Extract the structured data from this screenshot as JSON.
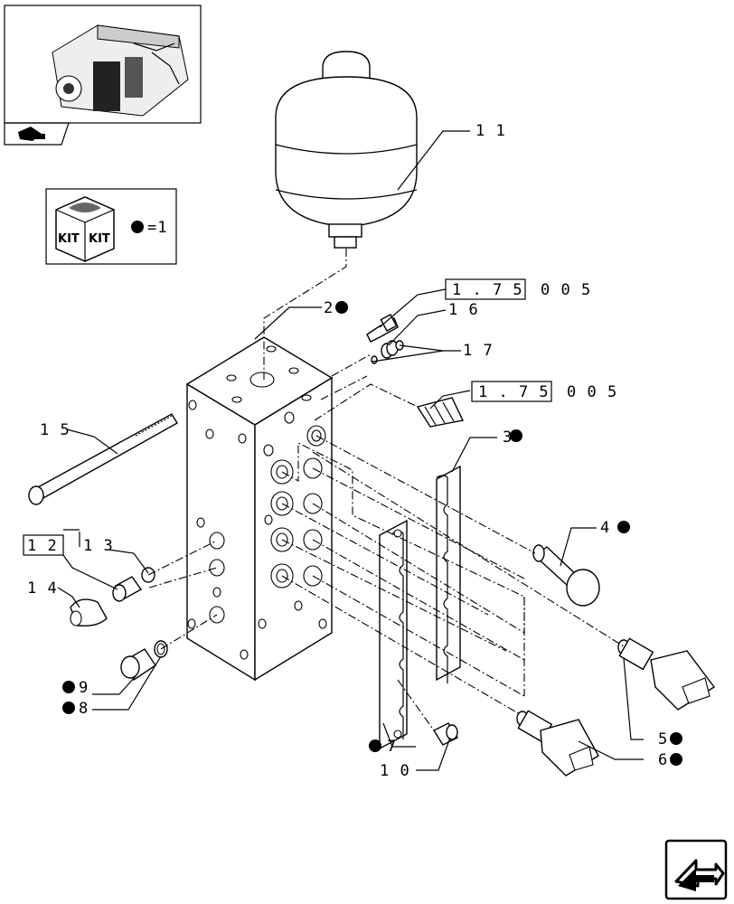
{
  "kit_legend": {
    "icon_text_left": "KIT",
    "icon_text_right": "KIT",
    "equation": "=1"
  },
  "callouts": {
    "c1": "1 1",
    "c2": "2",
    "c3": "3",
    "c4": "4",
    "c5": "5",
    "c6": "6",
    "c7": "7",
    "c8": "8",
    "c9": "9",
    "c10": "1 0",
    "c12": "1 2",
    "c13": "1 3",
    "c14": "1 4",
    "c15": "1 5",
    "c16": "1 6",
    "c17": "1 7"
  },
  "references": {
    "ref_a_boxed": "1 . 7 5",
    "ref_a_suffix": "0  0 5",
    "ref_b_boxed": "1 . 7 5",
    "ref_b_suffix": "0  0 5"
  },
  "icons": {
    "thumbnail": "transmission-thumbnail-icon",
    "thumb_tab": "arrow-tab-icon",
    "kit": "kit-box-icon",
    "nav": "next-page-arrow-icon"
  }
}
